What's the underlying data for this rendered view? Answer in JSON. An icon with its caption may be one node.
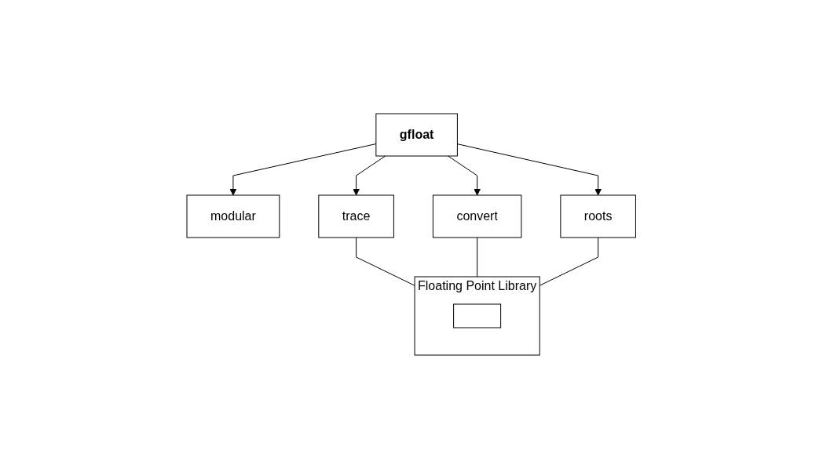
{
  "diagram": {
    "nodes": [
      {
        "text": [
          "gfloat"
        ]
      },
      {
        "text": [
          "modular"
        ]
      },
      {
        "text": [
          "trace"
        ]
      },
      {
        "text": [
          "convert"
        ]
      },
      {
        "text": [
          "roots"
        ]
      },
      {
        "text": [
          "Floating Point Library"
        ]
      },
      {
        "text": [],
        "shape": "box",
        "in": 5
      }
    ],
    "edges": [
      {
        "from": 0,
        "to": 1,
        "arrow": "to"
      },
      {
        "from": 0,
        "to": 2,
        "arrow": "to"
      },
      {
        "from": 0,
        "to": 3,
        "arrow": "to"
      },
      {
        "from": 0,
        "to": 4,
        "arrow": "to"
      },
      {
        "from": 2,
        "to": 5,
        "arrow": "none"
      },
      {
        "from": 3,
        "to": 5,
        "arrow": "none"
      },
      {
        "from": 4,
        "to": 5,
        "arrow": "none"
      }
    ]
  }
}
